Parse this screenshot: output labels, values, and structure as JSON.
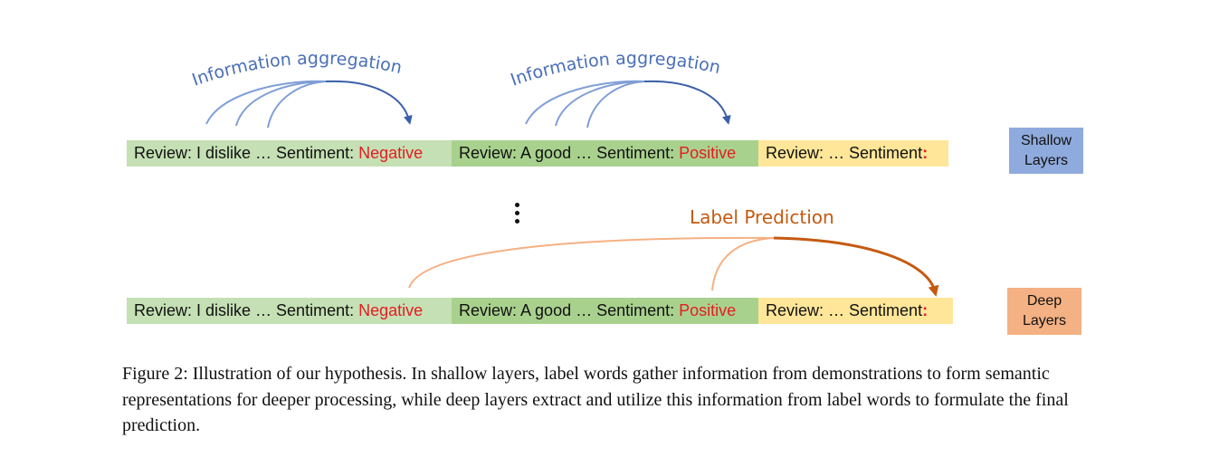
{
  "shallow_row": {
    "seg1": {
      "prefix": "Review: I dislike … Sentiment: ",
      "label": "Negative"
    },
    "seg2": {
      "prefix": "Review: A good … Sentiment: ",
      "label": "Positive"
    },
    "seg3": {
      "prefix": "Review: … Sentiment",
      "colon": ":"
    }
  },
  "deep_row": {
    "seg1": {
      "prefix": "Review: I dislike … Sentiment: ",
      "label": "Negative"
    },
    "seg2": {
      "prefix": "Review: A good … Sentiment: ",
      "label": "Positive"
    },
    "seg3": {
      "prefix": "Review: … Sentiment",
      "colon": ":"
    }
  },
  "annotations": {
    "aggregation_1": "Information aggregation",
    "aggregation_2": "Information aggregation",
    "label_prediction": "Label Prediction"
  },
  "layers": {
    "shallow_line1": "Shallow",
    "shallow_line2": "Layers",
    "deep_line1": "Deep",
    "deep_line2": "Layers"
  },
  "caption": "Figure 2: Illustration of our hypothesis. In shallow layers, label words gather information from demonstrations to form semantic representations for deeper processing, while deep layers extract and utilize this information from label words to formulate the final prediction.",
  "colors": {
    "segment_light_green": "#c5e0b4",
    "segment_green": "#a9d18e",
    "segment_yellow": "#ffe699",
    "label_word": "#e51c23",
    "aggregation_arrow": "#4a6fb8",
    "prediction_arrow": "#c55a11",
    "shallow_box": "#8faadc",
    "deep_box": "#f4b183"
  }
}
